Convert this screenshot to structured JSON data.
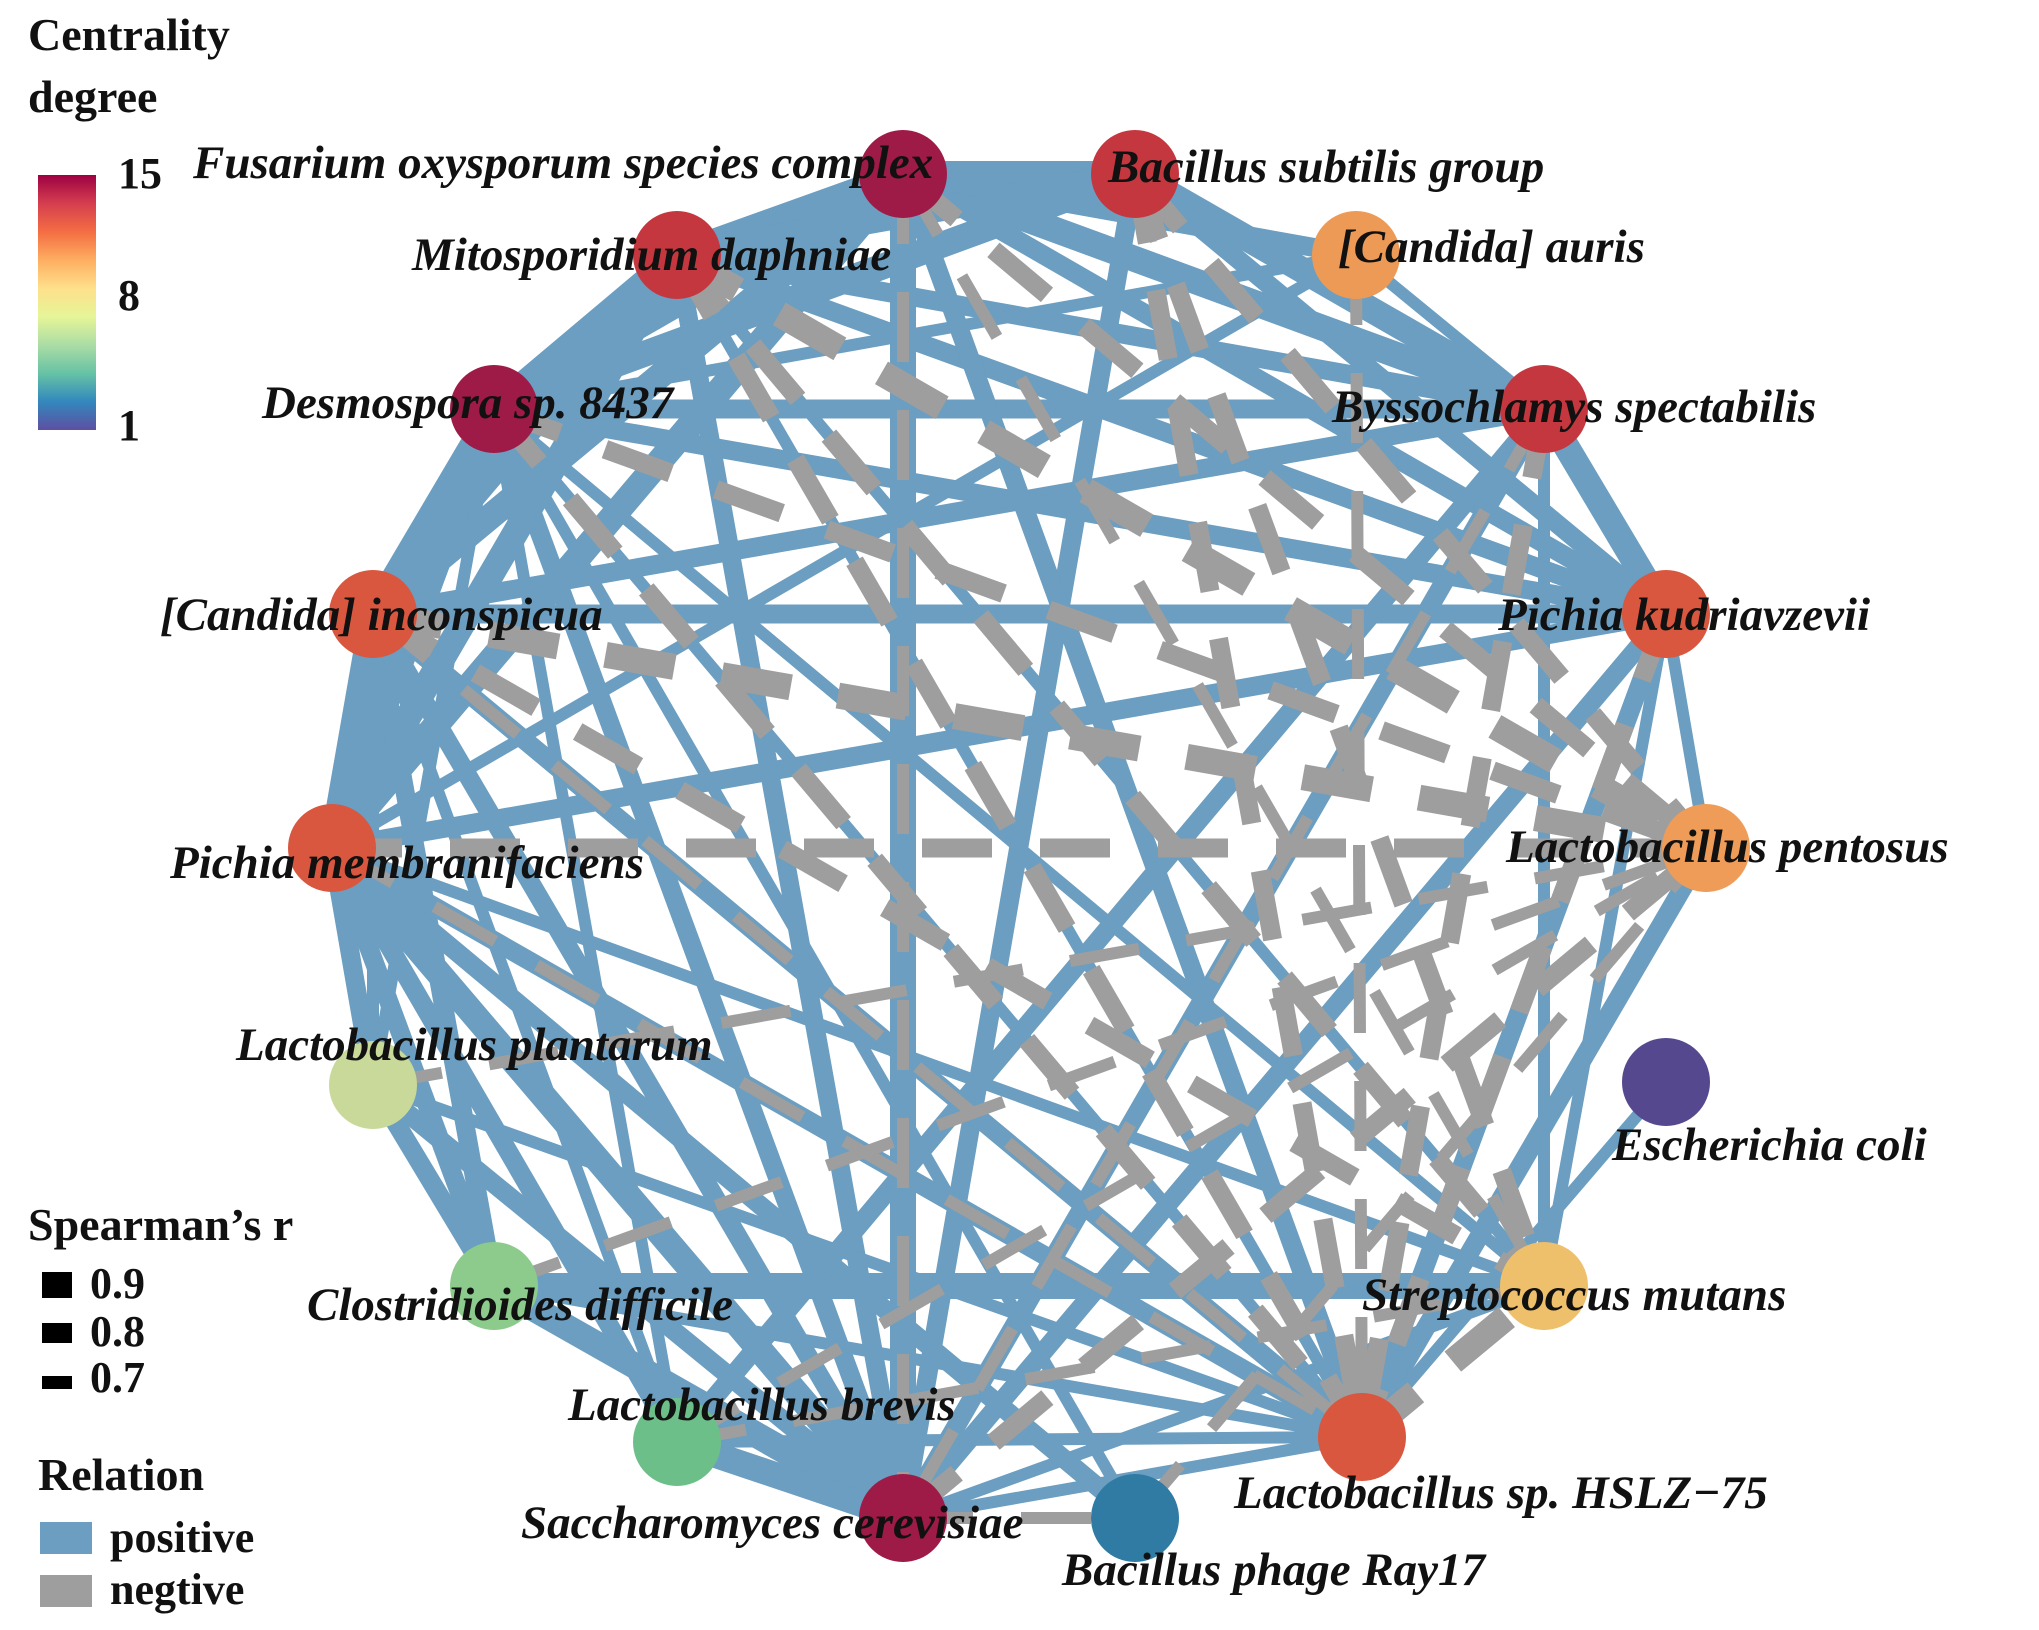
{
  "legend": {
    "centrality": {
      "title_line1": "Centrality",
      "title_line2": "degree",
      "max": "15",
      "mid": "8",
      "min": "1",
      "gradient": [
        "#5e4fa2",
        "#3288bd",
        "#66c2a5",
        "#abdda4",
        "#e6f598",
        "#fee08b",
        "#fdae61",
        "#f46d43",
        "#d53e4f",
        "#9e0142"
      ]
    },
    "spearman": {
      "title": "Spearman’s r",
      "items": [
        {
          "label": "0.9",
          "value": 0.9
        },
        {
          "label": "0.8",
          "value": 0.8
        },
        {
          "label": "0.7",
          "value": 0.7
        }
      ]
    },
    "relation": {
      "title": "Relation",
      "items": [
        {
          "label": "positive",
          "color": "#6b9ec0"
        },
        {
          "label": "negtive",
          "color": "#9e9e9e"
        }
      ]
    }
  },
  "colors": {
    "positive": "#6b9ec0",
    "negative": "#9e9e9e"
  },
  "nodes": [
    {
      "id": "fusarium",
      "label": "Fusarium oxysporum species complex",
      "degree": 15,
      "color": "#9e1a47"
    },
    {
      "id": "bsubtilis",
      "label": "Bacillus subtilis group",
      "degree": 13,
      "color": "#c5373f"
    },
    {
      "id": "cauris",
      "label": "[Candida] auris",
      "degree": 9,
      "color": "#ec9a56"
    },
    {
      "id": "byssochlamys",
      "label": "Byssochlamys spectabilis",
      "degree": 13,
      "color": "#c5373f"
    },
    {
      "id": "pkudriavzevii",
      "label": "Pichia kudriavzevii",
      "degree": 12,
      "color": "#d8573e"
    },
    {
      "id": "lpentosus",
      "label": "Lactobacillus pentosus",
      "degree": 9,
      "color": "#ee9c58"
    },
    {
      "id": "ecoli",
      "label": "Escherichia coli",
      "degree": 1,
      "color": "#56488f"
    },
    {
      "id": "smutans",
      "label": "Streptococcus mutans",
      "degree": 9,
      "color": "#efc06b"
    },
    {
      "id": "lsphslz",
      "label": "Lactobacillus sp. HSLZ−75",
      "degree": 12,
      "color": "#d8573e"
    },
    {
      "id": "phage",
      "label": "Bacillus phage Ray17",
      "degree": 2,
      "color": "#2f7ba3"
    },
    {
      "id": "scerevisiae",
      "label": "Saccharomyces cerevisiae",
      "degree": 15,
      "color": "#9e1a47"
    },
    {
      "id": "lbrevis",
      "label": "Lactobacillus brevis",
      "degree": 6,
      "color": "#6dbf8a"
    },
    {
      "id": "cdifficile",
      "label": "Clostridioides difficile",
      "degree": 6,
      "color": "#8ccb8c"
    },
    {
      "id": "lplantarum",
      "label": "Lactobacillus plantarum",
      "degree": 7,
      "color": "#c8d99a"
    },
    {
      "id": "pmembranifaciens",
      "label": "Pichia membranifaciens",
      "degree": 12,
      "color": "#d8573e"
    },
    {
      "id": "cinconspicua",
      "label": "[Candida] inconspicua",
      "degree": 12,
      "color": "#d8573e"
    },
    {
      "id": "desmospora",
      "label": "Desmospora sp. 8437",
      "degree": 15,
      "color": "#9e1a47"
    },
    {
      "id": "mitosporidium",
      "label": "Mitosporidium daphniae",
      "degree": 13,
      "color": "#c5373f"
    }
  ],
  "edges": [
    [
      "fusarium",
      "bsubtilis",
      "positive",
      0.9
    ],
    [
      "fusarium",
      "mitosporidium",
      "positive",
      0.9
    ],
    [
      "mitosporidium",
      "desmospora",
      "positive",
      0.9
    ],
    [
      "desmospora",
      "cinconspicua",
      "positive",
      0.9
    ],
    [
      "cinconspicua",
      "pmembranifaciens",
      "positive",
      0.9
    ],
    [
      "fusarium",
      "desmospora",
      "positive",
      0.9
    ],
    [
      "fusarium",
      "cinconspicua",
      "positive",
      0.9
    ],
    [
      "fusarium",
      "pmembranifaciens",
      "positive",
      0.9
    ],
    [
      "mitosporidium",
      "cinconspicua",
      "positive",
      0.9
    ],
    [
      "mitosporidium",
      "pmembranifaciens",
      "positive",
      0.9
    ],
    [
      "desmospora",
      "pmembranifaciens",
      "positive",
      0.9
    ],
    [
      "bsubtilis",
      "mitosporidium",
      "positive",
      0.9
    ],
    [
      "bsubtilis",
      "desmospora",
      "positive",
      0.9
    ],
    [
      "bsubtilis",
      "byssochlamys",
      "positive",
      0.9
    ],
    [
      "bsubtilis",
      "pkudriavzevii",
      "positive",
      0.8
    ],
    [
      "byssochlamys",
      "pkudriavzevii",
      "positive",
      0.9
    ],
    [
      "byssochlamys",
      "fusarium",
      "positive",
      0.9
    ],
    [
      "byssochlamys",
      "mitosporidium",
      "positive",
      0.8
    ],
    [
      "byssochlamys",
      "desmospora",
      "positive",
      0.8
    ],
    [
      "byssochlamys",
      "cinconspicua",
      "positive",
      0.8
    ],
    [
      "pkudriavzevii",
      "cinconspicua",
      "positive",
      0.8
    ],
    [
      "pkudriavzevii",
      "desmospora",
      "positive",
      0.8
    ],
    [
      "pkudriavzevii",
      "mitosporidium",
      "positive",
      0.8
    ],
    [
      "pkudriavzevii",
      "fusarium",
      "positive",
      0.8
    ],
    [
      "pkudriavzevii",
      "pmembranifaciens",
      "positive",
      0.8
    ],
    [
      "fusarium",
      "cauris",
      "positive",
      0.8
    ],
    [
      "cauris",
      "desmospora",
      "positive",
      0.7
    ],
    [
      "cauris",
      "pmembranifaciens",
      "positive",
      0.7
    ],
    [
      "cauris",
      "byssochlamys",
      "positive",
      0.7
    ],
    [
      "scerevisiae",
      "fusarium",
      "positive",
      0.9
    ],
    [
      "scerevisiae",
      "pmembranifaciens",
      "positive",
      0.9
    ],
    [
      "scerevisiae",
      "cinconspicua",
      "positive",
      0.8
    ],
    [
      "scerevisiae",
      "desmospora",
      "positive",
      0.8
    ],
    [
      "scerevisiae",
      "mitosporidium",
      "positive",
      0.8
    ],
    [
      "scerevisiae",
      "bsubtilis",
      "positive",
      0.8
    ],
    [
      "scerevisiae",
      "byssochlamys",
      "positive",
      0.8
    ],
    [
      "scerevisiae",
      "pkudriavzevii",
      "positive",
      0.8
    ],
    [
      "scerevisiae",
      "lplantarum",
      "positive",
      0.8
    ],
    [
      "scerevisiae",
      "cdifficile",
      "positive",
      0.9
    ],
    [
      "scerevisiae",
      "lbrevis",
      "positive",
      0.9
    ],
    [
      "scerevisiae",
      "smutans",
      "positive",
      0.7
    ],
    [
      "cdifficile",
      "smutans",
      "positive",
      0.9
    ],
    [
      "cdifficile",
      "pmembranifaciens",
      "positive",
      0.8
    ],
    [
      "cdifficile",
      "cinconspicua",
      "positive",
      0.8
    ],
    [
      "cdifficile",
      "lplantarum",
      "positive",
      0.8
    ],
    [
      "cdifficile",
      "lsphslz",
      "positive",
      0.7
    ],
    [
      "lplantarum",
      "pmembranifaciens",
      "positive",
      0.8
    ],
    [
      "lplantarum",
      "cinconspicua",
      "positive",
      0.7
    ],
    [
      "lplantarum",
      "desmospora",
      "positive",
      0.7
    ],
    [
      "lplantarum",
      "lsphslz",
      "positive",
      0.7
    ],
    [
      "lbrevis",
      "pmembranifaciens",
      "positive",
      0.8
    ],
    [
      "lbrevis",
      "cinconspicua",
      "positive",
      0.7
    ],
    [
      "lbrevis",
      "desmospora",
      "positive",
      0.7
    ],
    [
      "lbrevis",
      "byssochlamys",
      "positive",
      0.8
    ],
    [
      "lbrevis",
      "lsphslz",
      "positive",
      0.7
    ],
    [
      "pmembranifaciens",
      "phage",
      "positive",
      0.8
    ],
    [
      "pmembranifaciens",
      "smutans",
      "positive",
      0.7
    ],
    [
      "lsphslz",
      "desmospora",
      "positive",
      0.7
    ],
    [
      "lsphslz",
      "cinconspicua",
      "positive",
      0.8
    ],
    [
      "lsphslz",
      "mitosporidium",
      "positive",
      0.7
    ],
    [
      "lsphslz",
      "pmembranifaciens",
      "positive",
      0.8
    ],
    [
      "lsphslz",
      "fusarium",
      "positive",
      0.8
    ],
    [
      "lsphslz",
      "lpentosus",
      "positive",
      0.8
    ],
    [
      "lsphslz",
      "pkudriavzevii",
      "positive",
      0.8
    ],
    [
      "lsphslz",
      "scerevisiae",
      "positive",
      0.7
    ],
    [
      "smutans",
      "pkudriavzevii",
      "positive",
      0.7
    ],
    [
      "smutans",
      "byssochlamys",
      "positive",
      0.7
    ],
    [
      "smutans",
      "desmospora",
      "positive",
      0.7
    ],
    [
      "smutans",
      "mitosporidium",
      "positive",
      0.7
    ],
    [
      "ecoli",
      "lsphslz",
      "positive",
      0.7
    ],
    [
      "lpentosus",
      "lsphslz",
      "positive",
      0.7
    ],
    [
      "lpentosus",
      "pkudriavzevii",
      "positive",
      0.7
    ],
    [
      "cinconspicua",
      "pkudriavzevii",
      "positive",
      0.8
    ],
    [
      "phage",
      "desmospora",
      "positive",
      0.7
    ],
    [
      "desmospora",
      "lpentosus",
      "negative",
      0.8
    ],
    [
      "mitosporidium",
      "lpentosus",
      "negative",
      0.9
    ],
    [
      "fusarium",
      "lpentosus",
      "negative",
      0.8
    ],
    [
      "bsubtilis",
      "lpentosus",
      "negative",
      0.8
    ],
    [
      "cinconspicua",
      "lpentosus",
      "negative",
      0.9
    ],
    [
      "pmembranifaciens",
      "lpentosus",
      "negative",
      0.8
    ],
    [
      "byssochlamys",
      "lsphslz",
      "negative",
      0.8
    ],
    [
      "byssochlamys",
      "scerevisiae",
      "negative",
      0.7
    ],
    [
      "bsubtilis",
      "smutans",
      "negative",
      0.8
    ],
    [
      "bsubtilis",
      "lsphslz",
      "negative",
      0.8
    ],
    [
      "fusarium",
      "smutans",
      "negative",
      0.7
    ],
    [
      "mitosporidium",
      "smutans",
      "negative",
      0.8
    ],
    [
      "desmospora",
      "lsphslz",
      "negative",
      0.8
    ],
    [
      "cinconspicua",
      "smutans",
      "negative",
      0.8
    ],
    [
      "cinconspicua",
      "lsphslz",
      "negative",
      0.7
    ],
    [
      "pmembranifaciens",
      "lsphslz",
      "negative",
      0.7
    ],
    [
      "lplantarum",
      "lpentosus",
      "negative",
      0.7
    ],
    [
      "lbrevis",
      "lpentosus",
      "negative",
      0.7
    ],
    [
      "scerevisiae",
      "lpentosus",
      "negative",
      0.8
    ],
    [
      "scerevisiae",
      "phage",
      "negative",
      0.7
    ],
    [
      "cdifficile",
      "lpentosus",
      "negative",
      0.7
    ],
    [
      "phage",
      "lpentosus",
      "negative",
      0.7
    ],
    [
      "lsphslz",
      "smutans",
      "negative",
      0.9
    ],
    [
      "pkudriavzevii",
      "lsphslz",
      "negative",
      0.8
    ],
    [
      "mitosporidium",
      "lsphslz",
      "negative",
      0.8
    ],
    [
      "fusarium",
      "scerevisiae",
      "negative",
      0.7
    ],
    [
      "cauris",
      "lsphslz",
      "negative",
      0.7
    ],
    [
      "lbrevis",
      "smutans",
      "negative",
      0.7
    ]
  ]
}
